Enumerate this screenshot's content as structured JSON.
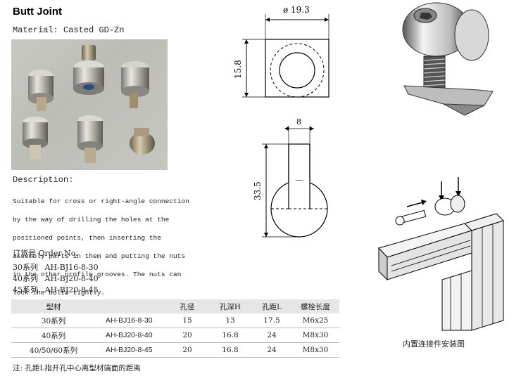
{
  "title": "Butt Joint",
  "material": "Material: Casted GD-Zn",
  "description": {
    "heading": "Description:",
    "lines": [
      "Suitable for cross or right-angle connection",
      "by the way of drilling the holes at the",
      "positioned points, then inserting the",
      "assembly parts in them and putting the nuts",
      "in the other profile grooves. The nuts can",
      "lock the bolts tightly."
    ]
  },
  "order": {
    "heading": "订货号  Order No.",
    "lines": [
      {
        "series": "30系列",
        "code": "AH-BJ16-8-30"
      },
      {
        "series": "40系列",
        "code": "AH-BJ20-8-40"
      },
      {
        "series": "45系列",
        "code": "AH-BJ20-8-45"
      }
    ]
  },
  "table": {
    "headers": [
      "型材",
      "",
      "孔径",
      "孔深H",
      "孔距L",
      "螺栓长度"
    ],
    "rows": [
      [
        "30系列",
        "AH-BJ16-8-30",
        "15",
        "13",
        "17.5",
        "M6x25"
      ],
      [
        "40系列",
        "AH-BJ20-8-40",
        "20",
        "16.8",
        "24",
        "M8x30"
      ],
      [
        "40/50/60系列",
        "AH-BJ20-8-45",
        "20",
        "16.8",
        "24",
        "M8x30"
      ]
    ]
  },
  "note": "注: 孔距L指开孔中心离型材端面的距离",
  "drawing": {
    "dim_diameter": "ø 19.3",
    "dim_height": "15.8",
    "dim_width": "8",
    "dim_length": "33.5"
  },
  "caption": "内置连接件安装图"
}
